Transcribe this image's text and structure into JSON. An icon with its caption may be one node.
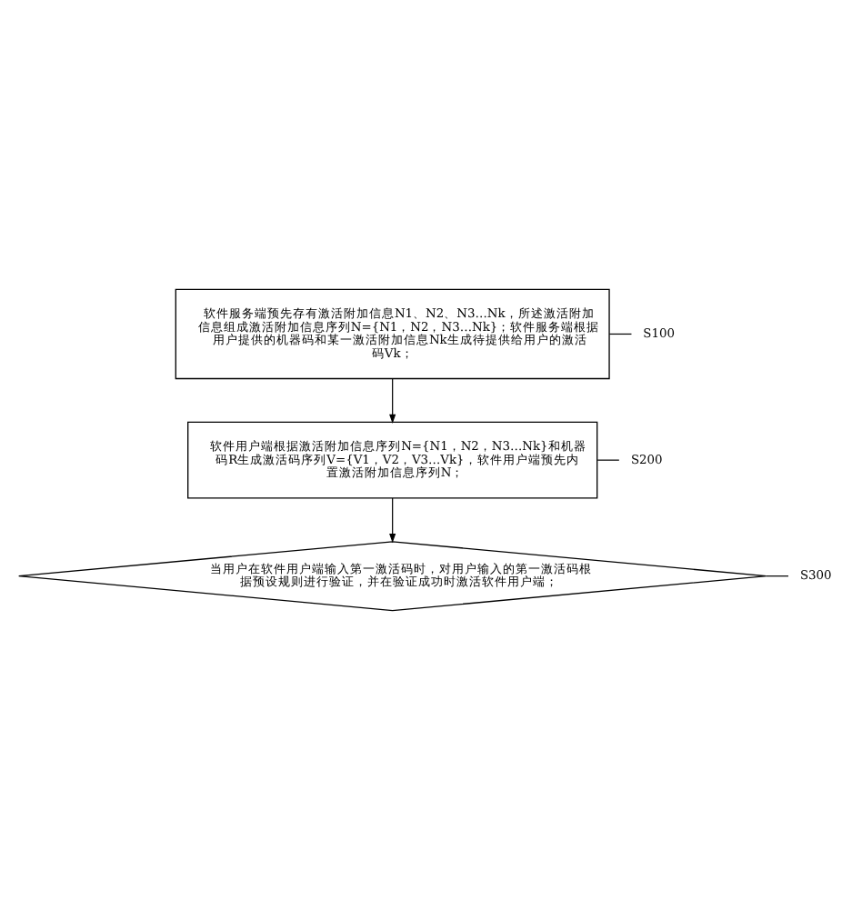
{
  "diagram": {
    "nodes": [
      {
        "text": [
          "软件服务端预先存有激活附加信息N1、N2、N3…Nk，所述激活附加信息组成激活附加信息序列N={N1，N2，N3…Nk}；软件服务端根据用户提供的机器码和某一激活附加信息Nk生成待提供给用户的激活码Vk；"
        ]
      },
      {
        "text": [
          "软件用户端根据激活附加信息序列N={N1，N2，N3…Nk}和机器码R生成激活码序列V={V1，V2，V3…Vk}，软件用户端预先内置激活附加信息序列N；"
        ]
      },
      {
        "text": [
          "当用户在软件用户端输入第一激活码时，对用户输入的第一激活码根据预设规则进行验证，并在验证成功时激活软件用户端；"
        ]
      },
      {
        "text": [
          "S100"
        ]
      },
      {
        "text": [
          "S200"
        ]
      },
      {
        "text": [
          "S300"
        ]
      }
    ],
    "edges": [
      {
        "from": 0,
        "to": 1,
        "arrow": "to"
      },
      {
        "from": 1,
        "to": 2,
        "arrow": "to"
      },
      {
        "from": 3,
        "to": 0,
        "arrow": "none"
      },
      {
        "from": 4,
        "to": 1,
        "arrow": "none"
      },
      {
        "from": 5,
        "to": 2,
        "arrow": "none"
      }
    ]
  }
}
